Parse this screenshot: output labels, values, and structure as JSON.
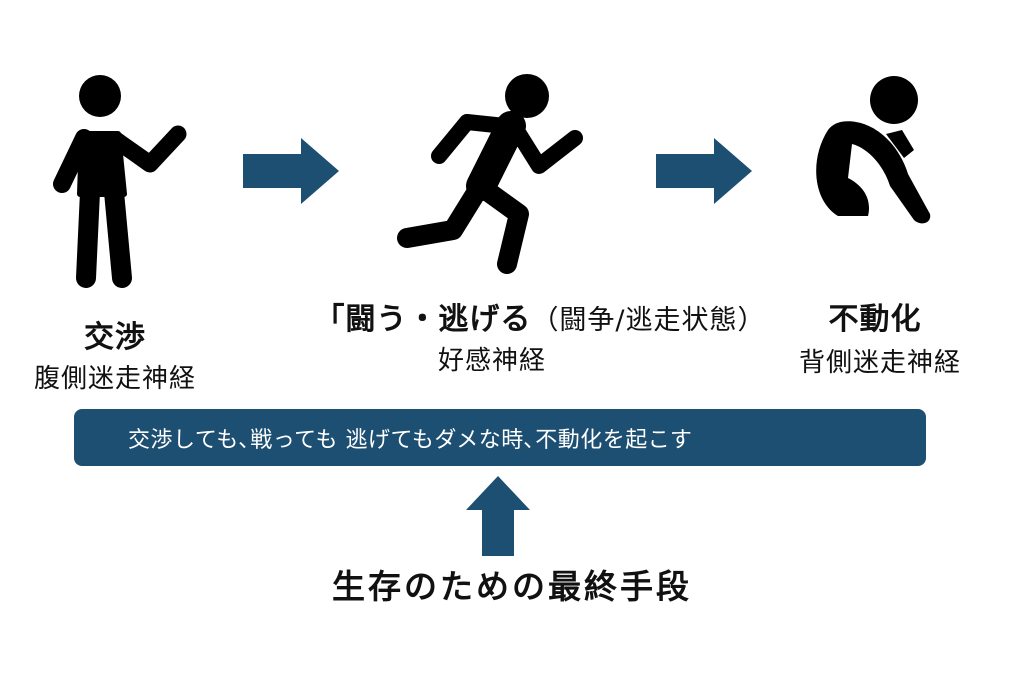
{
  "colors": {
    "accent": "#1d4f73",
    "figure": "#000000"
  },
  "stages": [
    {
      "title": "交渉",
      "subtitle": "腹側迷走神経",
      "icon": "standing-person-icon"
    },
    {
      "title_bold": "「闘う・逃げる",
      "title_paren": "（闘争/逃走状態）",
      "subtitle": "好感神経",
      "icon": "running-person-icon"
    },
    {
      "title": "不動化",
      "subtitle": "背側迷走神経",
      "icon": "crouching-person-icon"
    }
  ],
  "banner": {
    "text": "交渉しても､戦っても 逃げてもダメな時､不動化を起こす"
  },
  "final": {
    "text": "生存のための最終手段"
  }
}
